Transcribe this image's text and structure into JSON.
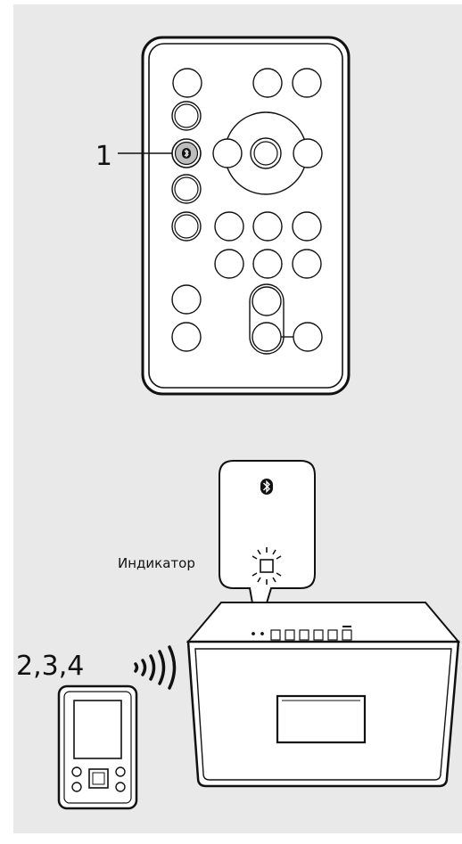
{
  "labels": {
    "step_remote": "1",
    "indicator": "Индикатор",
    "steps_device": "2,3,4"
  },
  "icons": {
    "remote_button": "bluetooth-icon",
    "callout": "bluetooth-icon",
    "status_light": "blinking-indicator-icon",
    "signal": "wireless-signal-icon"
  },
  "colors": {
    "background": "#e9e9e9",
    "line": "#111111",
    "fill": "#ffffff",
    "highlight": "#bdbdbd"
  }
}
